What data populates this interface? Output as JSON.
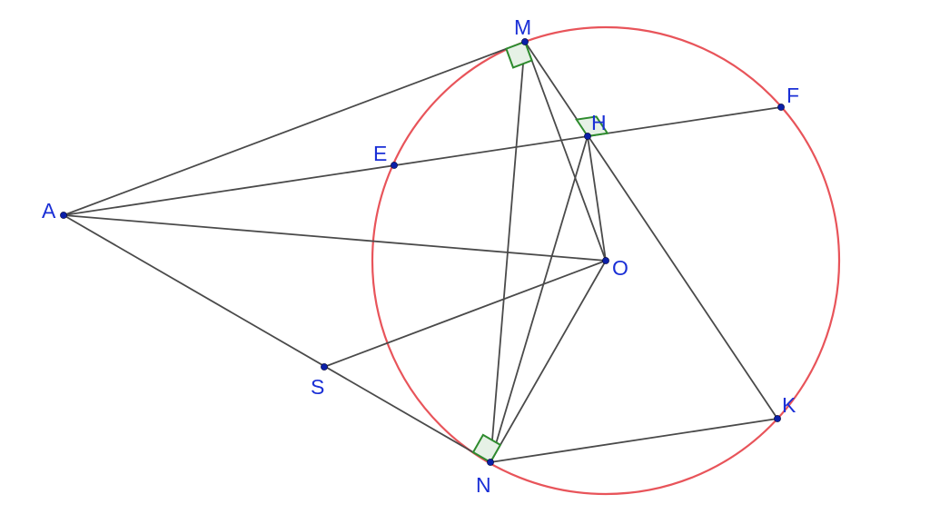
{
  "colors": {
    "background": "#ffffff",
    "circle": "#e8545a",
    "segment": "#4a4a4a",
    "point": "#0b1fa8",
    "label": "#1a2fd6",
    "right_angle_stroke": "#2e8b2e",
    "right_angle_fill": "#e6f1e6"
  },
  "points": [
    {
      "id": "A",
      "label": "A"
    },
    {
      "id": "M",
      "label": "M"
    },
    {
      "id": "H",
      "label": "H"
    },
    {
      "id": "F",
      "label": "F"
    },
    {
      "id": "E",
      "label": "E"
    },
    {
      "id": "O",
      "label": "O"
    },
    {
      "id": "S",
      "label": "S"
    },
    {
      "id": "N",
      "label": "N"
    },
    {
      "id": "K",
      "label": "K"
    }
  ],
  "circle": {
    "center": "O",
    "through": [
      "M",
      "N",
      "E",
      "F",
      "K"
    ]
  },
  "segments": [
    [
      "A",
      "M"
    ],
    [
      "A",
      "F"
    ],
    [
      "A",
      "O"
    ],
    [
      "A",
      "N"
    ],
    [
      "M",
      "N"
    ],
    [
      "M",
      "O"
    ],
    [
      "M",
      "K"
    ],
    [
      "H",
      "N"
    ],
    [
      "H",
      "O"
    ],
    [
      "O",
      "N"
    ],
    [
      "S",
      "O"
    ],
    [
      "N",
      "K"
    ]
  ],
  "right_angles": [
    {
      "vertex": "M",
      "arms": [
        "A",
        "O"
      ]
    },
    {
      "vertex": "H",
      "arms": [
        "M",
        "F"
      ]
    },
    {
      "vertex": "N",
      "arms": [
        "A",
        "O"
      ]
    }
  ]
}
